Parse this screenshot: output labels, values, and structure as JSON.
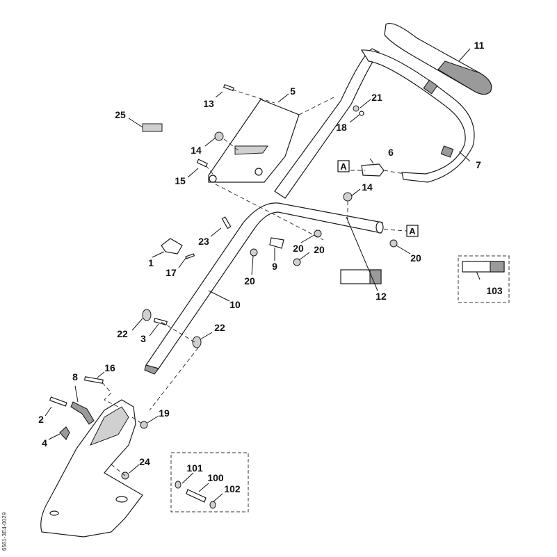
{
  "callouts": {
    "c1": "1",
    "c2": "2",
    "c3": "3",
    "c4": "4",
    "c5": "5",
    "c6": "6",
    "c7": "7",
    "c8": "8",
    "c9": "9",
    "c10": "10",
    "c11": "11",
    "c12": "12",
    "c13": "13",
    "c14a": "14",
    "c14b": "14",
    "c15": "15",
    "c16": "16",
    "c17": "17",
    "c18": "18",
    "c19": "19",
    "c20a": "20",
    "c20b": "20",
    "c20c": "20",
    "c20d": "20",
    "c21": "21",
    "c22a": "22",
    "c22b": "22",
    "c23": "23",
    "c24": "24",
    "c25": "25",
    "c100": "100",
    "c101": "101",
    "c102": "102",
    "c103": "103"
  },
  "references": {
    "a1": "A",
    "a2": "A"
  },
  "side_code": "6561-3E4-0029"
}
